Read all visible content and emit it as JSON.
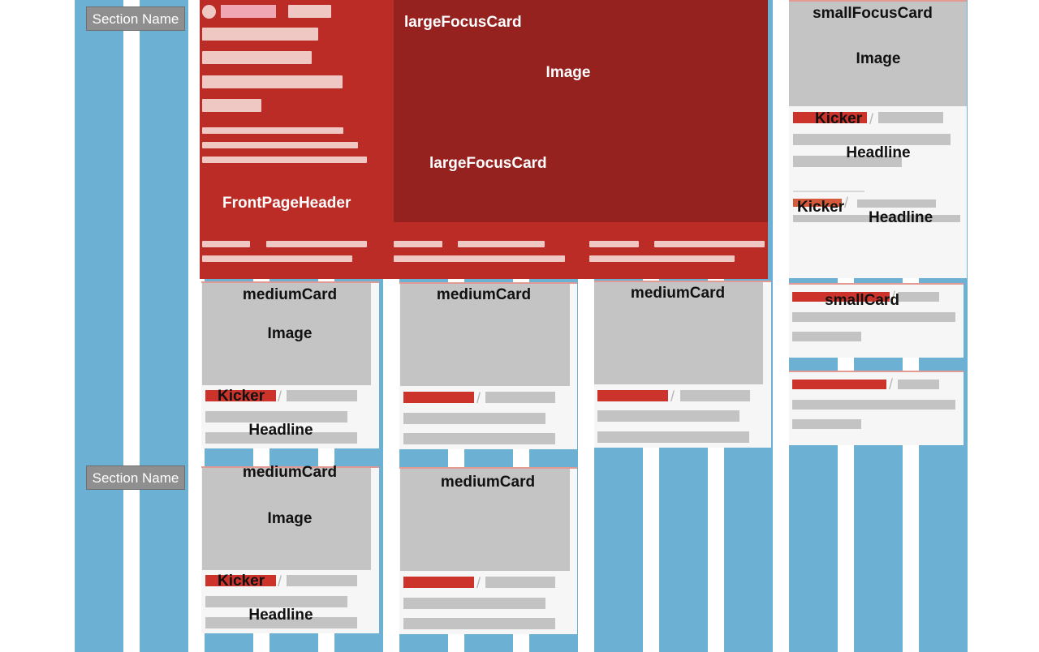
{
  "section_labels": [
    "Section Name",
    "Section Name"
  ],
  "header": {
    "frontpage_label": "FrontPageHeader",
    "large_focus_label": "largeFocusCard",
    "large_focus_image": "Image",
    "large_focus_label_2": "largeFocusCard"
  },
  "small_focus": {
    "label": "smallFocusCard",
    "image": "Image",
    "kicker": "Kicker",
    "headline": "Headline",
    "kicker_2": "Kicker",
    "headline_2": "Headline"
  },
  "medium_cards": [
    {
      "label": "mediumCard",
      "image": "Image",
      "kicker": "Kicker",
      "headline": "Headline"
    },
    {
      "label": "mediumCard"
    },
    {
      "label": "mediumCard"
    },
    {
      "label": "mediumCard",
      "image": "Image",
      "kicker": "Kicker",
      "headline": "Headline"
    },
    {
      "label": "mediumCard"
    }
  ],
  "small_card": {
    "label": "smallCard"
  },
  "colors": {
    "column": "#6cb0d3",
    "header_red": "#ba2c25",
    "focus_dark_red": "#962220",
    "kicker_red": "#cc342b",
    "placeholder_grey": "#c4c4c4",
    "card_bg": "#f6f6f6"
  }
}
